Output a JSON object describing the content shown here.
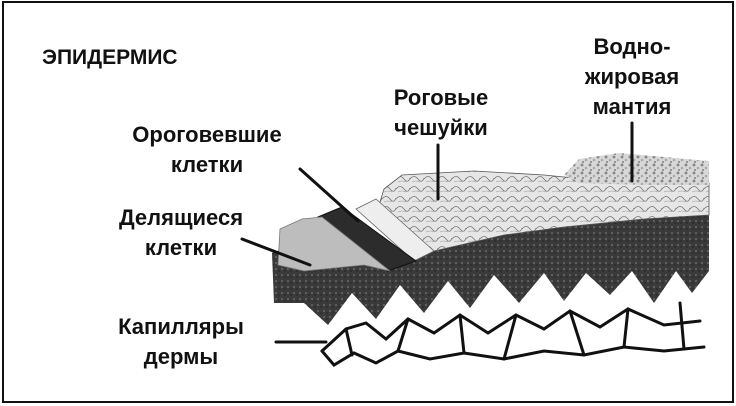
{
  "diagram": {
    "title": "ЭПИДЕРМИС",
    "labels": {
      "water_fat_mantle": [
        "Водно-",
        "жировая",
        "мантия"
      ],
      "horny_scales": [
        "Роговые",
        "чешуйки"
      ],
      "keratinized_cells": [
        "Ороговевшие",
        "клетки"
      ],
      "dividing_cells": [
        "Делящиеся",
        "клетки"
      ],
      "dermal_capillaries": [
        "Капилляры",
        "дермы"
      ]
    }
  }
}
